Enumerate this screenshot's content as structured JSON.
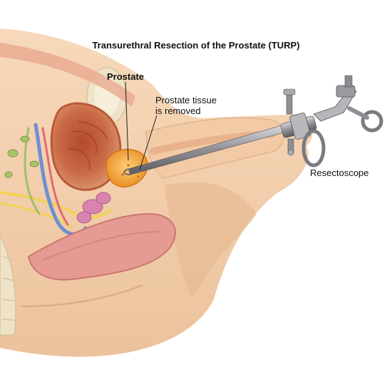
{
  "title": "Transurethral Resection of the Prostate (TURP)",
  "labels": {
    "prostate": "Prostate",
    "tissue_line1": "Prostate tissue",
    "tissue_line2": "is removed",
    "resectoscope": "Resectoscope"
  },
  "colors": {
    "skin": "#f5d2b0",
    "skin_shadow": "#e3b690",
    "bladder": "#d4845c",
    "bladder_inner": "#c05c3c",
    "prostate": "#f3a13a",
    "rectum": "#e59a93",
    "bone": "#efe3c7",
    "instrument": "#a9a9ad"
  }
}
